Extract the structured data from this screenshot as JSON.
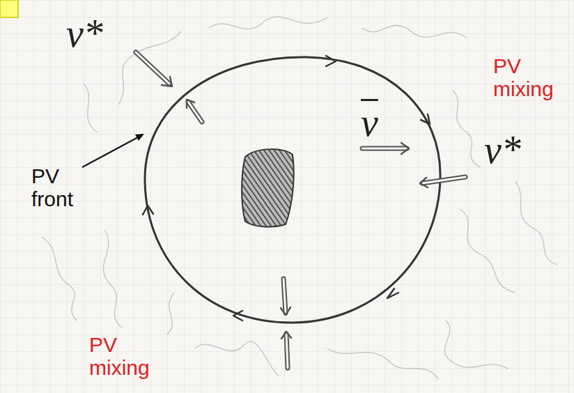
{
  "diagram": {
    "labels": [
      "v*",
      "PV mixing",
      "PV front",
      "v",
      "v*",
      "PV mixing"
    ]
  }
}
